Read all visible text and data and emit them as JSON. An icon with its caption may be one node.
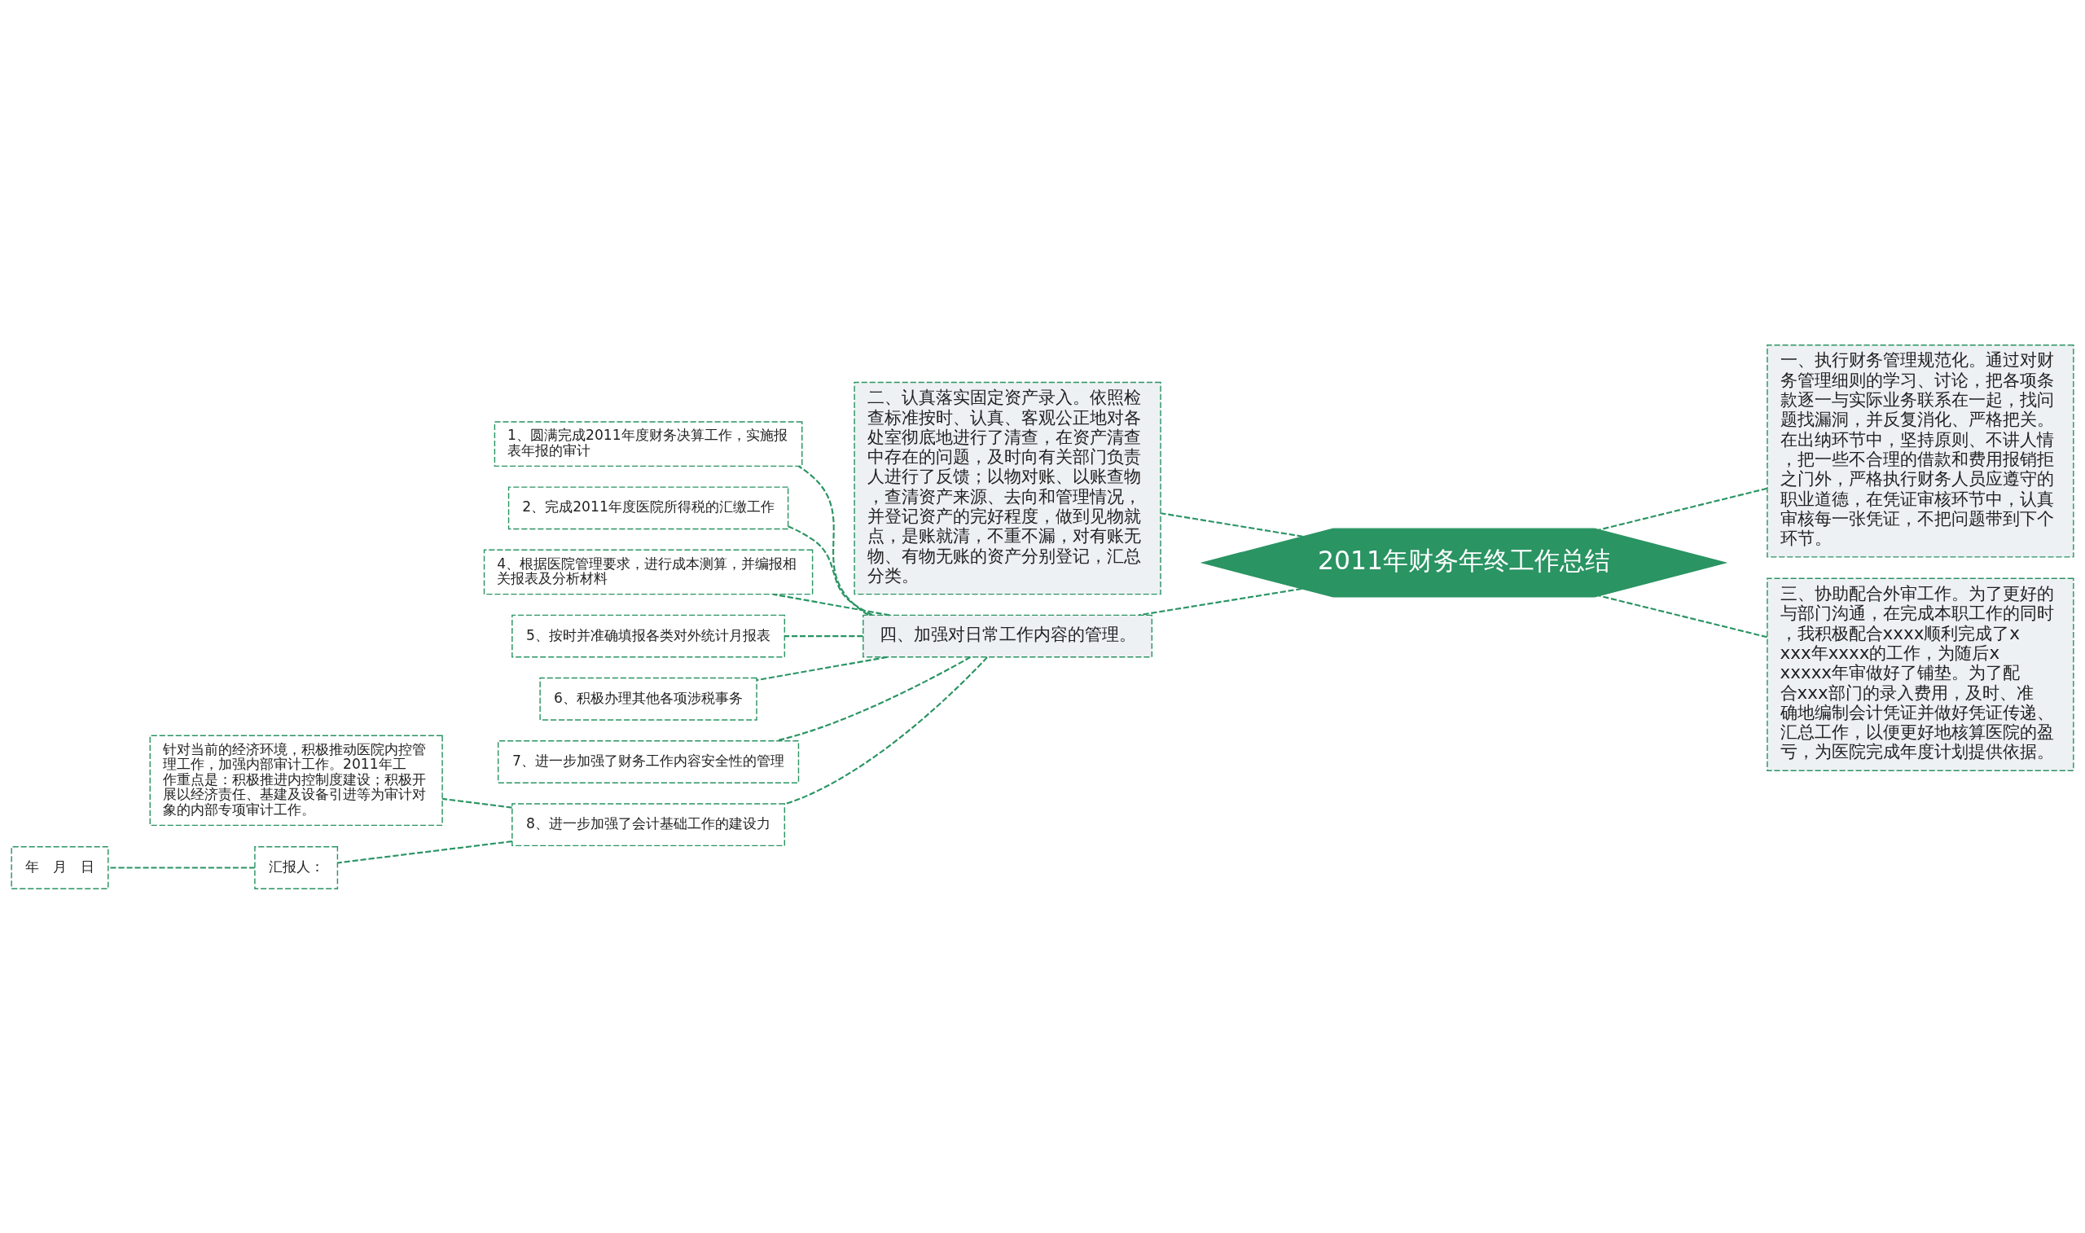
{
  "diagram": {
    "nodes": [
      {
        "text": [
          "2011年财务年终工作总结"
        ]
      },
      {
        "text": [
          "一、执行财务管理规范化。通过对财务管理细则的学习、讨论，把各项条款逐一与实际业务联系在一起，找问题找漏洞，并反复消化、严格把关。在出纳环节中，坚持原则、不讲人情，把一些不合理的借款和费用报销拒之门外，严格执行财务人员应遵守的职业道德，在凭证审核环节中，认真审核每一张凭证，不把问题带到下个环节。"
        ]
      },
      {
        "text": [
          "二、认真落实固定资产录入。依照检查标准按时、认真、客观公正地对各处室彻底地进行了清查，在资产清查中存在的问题，及时向有关部门负责人进行了反馈；以物对账、以账查物，查清资产来源、去向和管理情况，并登记资产的完好程度，做到见物就点，是账就清，不重不漏，对有账无物、有物无账的资产分别登记，汇总分类。"
        ]
      },
      {
        "text": [
          "三、协助配合外审工作。为了更好的与部门沟通，在完成本职工作的同时，我积极配合xxxx顺利完成了xxxx年xxxx的工作，为随后xxxxxx年审做好了铺垫。为了配合xxx部门的录入费用，及时、准确地编制会计凭证并做好凭证传递、汇总工作，以便更好地核算医院的盈亏，为医院完成年度计划提供依据。"
        ]
      },
      {
        "text": [
          "四、加强对日常工作内容的管理。"
        ]
      },
      {
        "text": [
          "1、圆满完成2011年度财务决算工作，实施报表年报的审计"
        ]
      },
      {
        "text": [
          "2、完成2011年度医院所得税的汇缴工作"
        ]
      },
      {
        "text": [
          "4、根据医院管理要求，进行成本测算，并编报相关报表及分析材料"
        ]
      },
      {
        "text": [
          "5、按时并准确填报各类对外统计月报表"
        ]
      },
      {
        "text": [
          "6、积极办理其他各项涉税事务"
        ]
      },
      {
        "text": [
          "7、进一步加强了财务工作内容安全性的管理"
        ]
      },
      {
        "text": [
          "8、进一步加强了会计基础工作的建设力"
        ]
      },
      {
        "text": [
          "针对当前的经济环境，积极推动医院内控管理工作，加强内部审计工作。2011年工作重点是：积极推进内控制度建设；积极开展以经济责任、基建及设备引进等为审计对象的内部专项审计工作。"
        ]
      },
      {
        "text": [
          "汇报人："
        ]
      },
      {
        "text": [
          "年　月　日"
        ]
      }
    ],
    "edges": [
      {
        "from": 0,
        "to": 1,
        "arrow": "none",
        "style": "dashed"
      },
      {
        "from": 0,
        "to": 2,
        "arrow": "none",
        "style": "dashed"
      },
      {
        "from": 0,
        "to": 3,
        "arrow": "none",
        "style": "dashed"
      },
      {
        "from": 0,
        "to": 4,
        "arrow": "none",
        "style": "dashed"
      },
      {
        "from": 4,
        "to": 5,
        "arrow": "none",
        "style": "dashed"
      },
      {
        "from": 4,
        "to": 6,
        "arrow": "none",
        "style": "dashed"
      },
      {
        "from": 4,
        "to": 7,
        "arrow": "none",
        "style": "dashed"
      },
      {
        "from": 4,
        "to": 8,
        "arrow": "none",
        "style": "dashed"
      },
      {
        "from": 4,
        "to": 9,
        "arrow": "none",
        "style": "dashed"
      },
      {
        "from": 4,
        "to": 10,
        "arrow": "none",
        "style": "dashed"
      },
      {
        "from": 4,
        "to": 11,
        "arrow": "none",
        "style": "dashed"
      },
      {
        "from": 11,
        "to": 12,
        "arrow": "none",
        "style": "dashed"
      },
      {
        "from": 11,
        "to": 13,
        "arrow": "none",
        "style": "dashed"
      },
      {
        "from": 13,
        "to": 14,
        "arrow": "none",
        "style": "dashed"
      }
    ]
  }
}
